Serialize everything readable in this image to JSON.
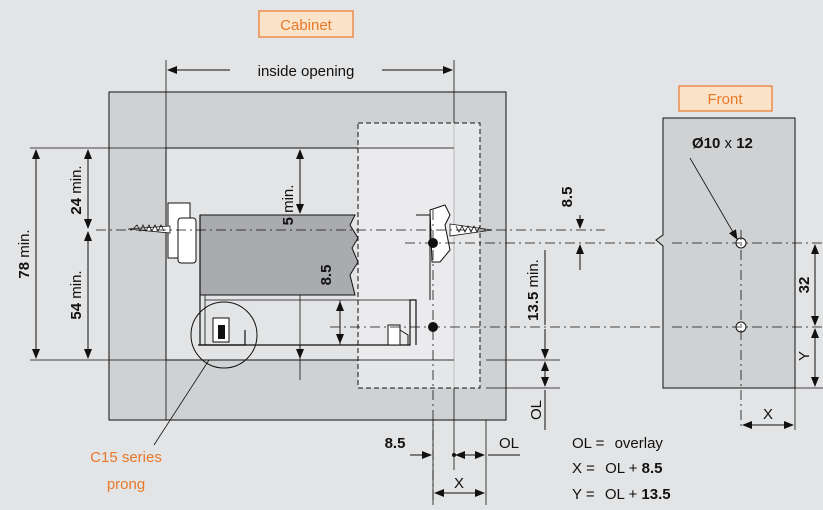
{
  "labels": {
    "cabinet": "Cabinet",
    "front": "Front",
    "inside_opening": "inside opening",
    "hole_dia_prefix": "Ø",
    "hole_dia": "10",
    "hole_x": " x ",
    "hole_depth": "12",
    "dim_78": "78",
    "min": " min.",
    "dim_54": "54",
    "dim_24": "24",
    "dim_5": "5",
    "dim_8_5_a": "8.5",
    "dim_8_5_b": "8.5",
    "dim_13_5": "13.5",
    "dim_32": "32",
    "dim_8_5_c": "8.5",
    "ol": "OL",
    "x": "X",
    "y": "Y",
    "prong_line1": "C15 series",
    "prong_line2": "prong"
  },
  "legend": {
    "l1_a": "OL = ",
    "l1_b": "overlay",
    "l2_a": "X = ",
    "l2_b": "OL + ",
    "l2_c": "8.5",
    "l3_a": "Y = ",
    "l3_b": "OL + ",
    "l3_c": "13.5"
  },
  "colors": {
    "background": "#e3e4e5",
    "panel": "#cfd1d3",
    "accent": "#e8782a",
    "label_box": "#fbe3c9"
  }
}
